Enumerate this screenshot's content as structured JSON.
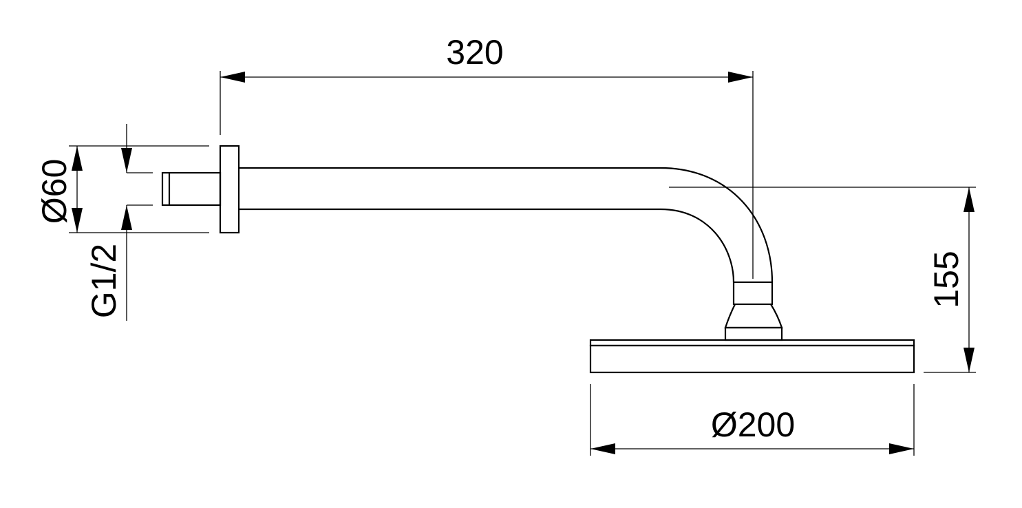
{
  "dimensions": {
    "arm_length": "320",
    "flange_diameter": "Ø60",
    "thread": "G1/2",
    "drop_height": "155",
    "head_diameter": "Ø200"
  },
  "colors": {
    "line": "#000000",
    "background": "#ffffff"
  }
}
